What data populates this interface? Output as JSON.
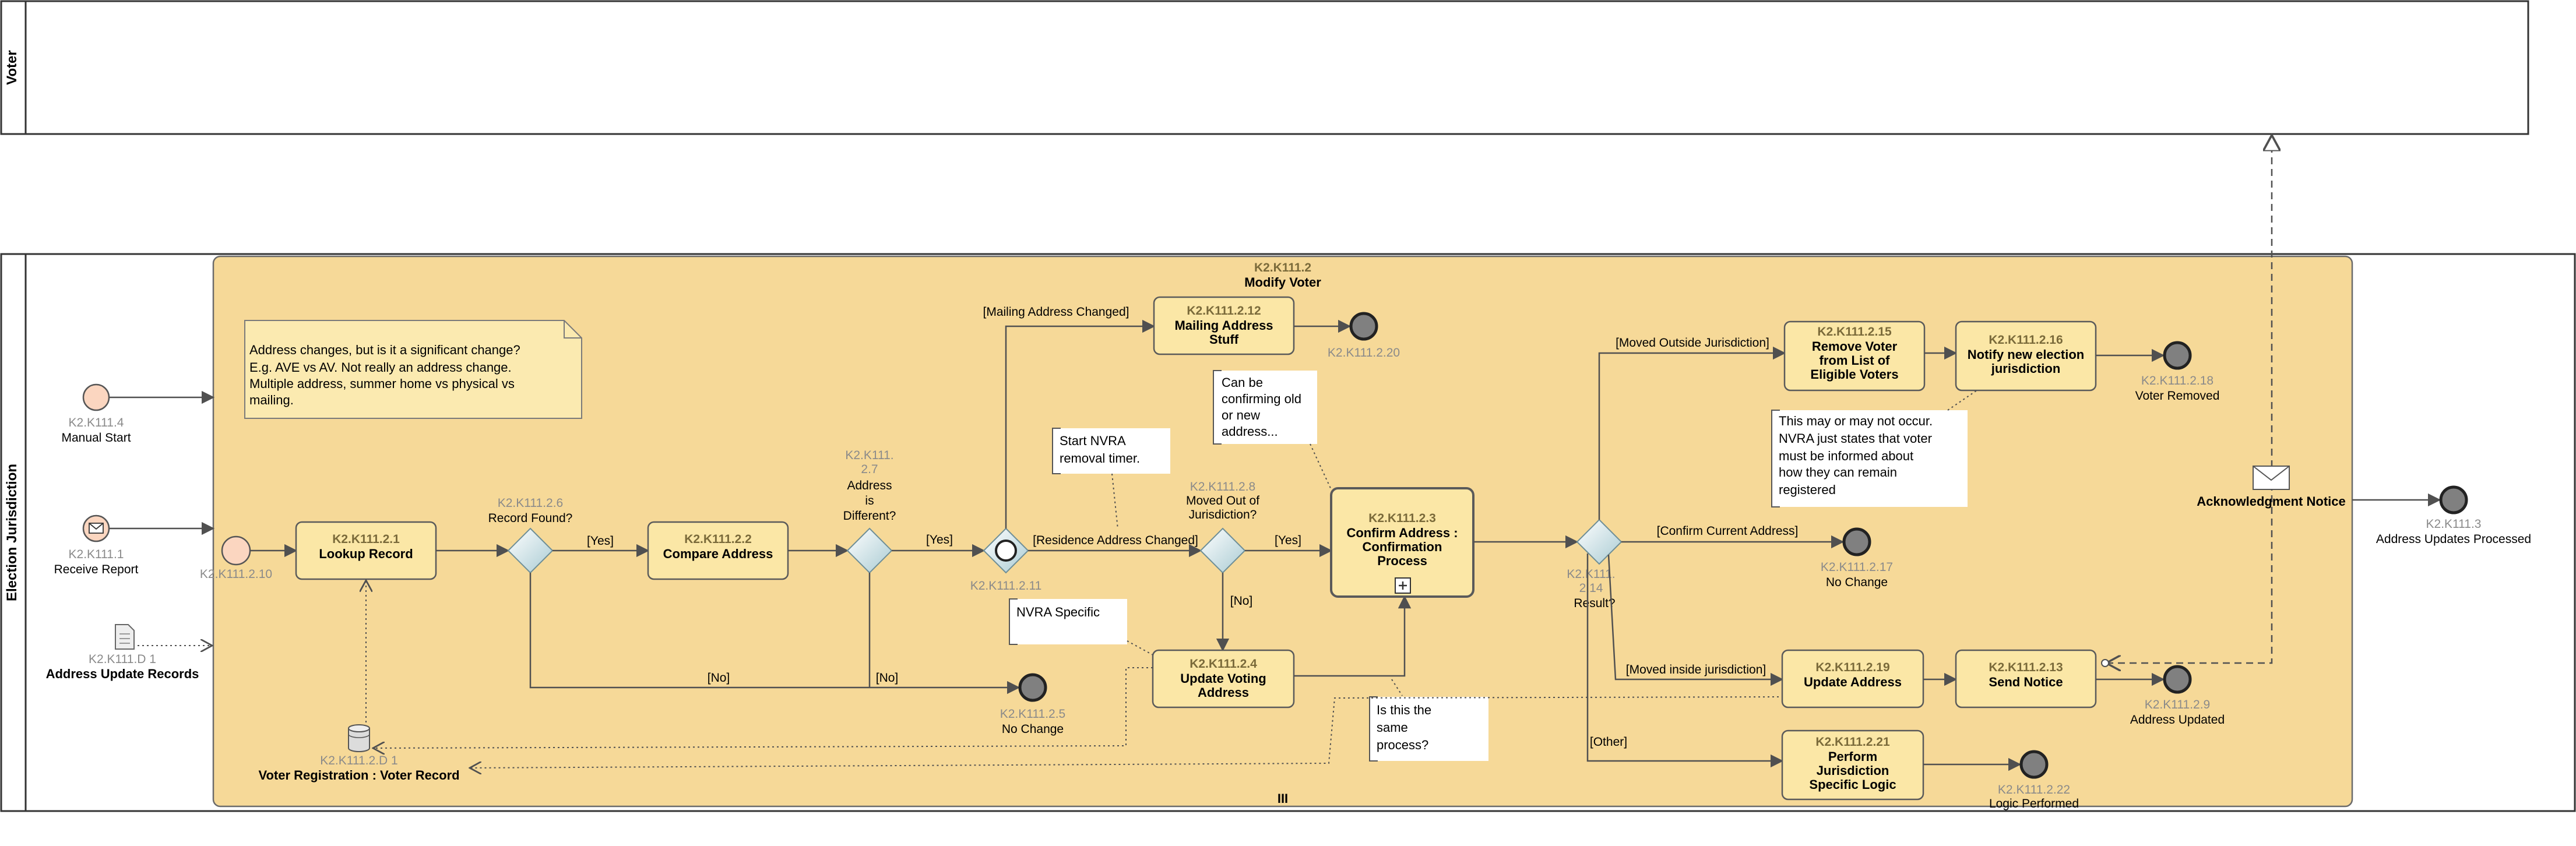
{
  "lanes": {
    "voter": "Voter",
    "election": "Election Jurisdiction"
  },
  "subprocess": {
    "id": "K2.K111.2",
    "title": "Modify Voter",
    "marker": "III"
  },
  "start_events": {
    "manual": {
      "id": "K2.K111.4",
      "label": "Manual Start"
    },
    "report": {
      "id": "K2.K111.1",
      "label": "Receive Report"
    },
    "inner": {
      "id": "K2.K111.2.10"
    }
  },
  "data_objects": {
    "records": {
      "id": "K2.K111.D 1",
      "label": "Address Update Records"
    },
    "store": {
      "id": "K2.K111.2.D 1",
      "label": "Voter Registration : Voter Record"
    }
  },
  "tasks": {
    "lookup": {
      "id": "K2.K111.2.1",
      "line1": "Lookup Record"
    },
    "compare": {
      "id": "K2.K111.2.2",
      "line1": "Compare Address"
    },
    "mailing": {
      "id": "K2.K111.2.12",
      "line1": "Mailing Address",
      "line2": "Stuff"
    },
    "update_voting": {
      "id": "K2.K111.2.4",
      "line1": "Update Voting",
      "line2": "Address"
    },
    "confirm": {
      "id": "K2.K111.2.3",
      "line1": "Confirm Address :",
      "line2": "Confirmation",
      "line3": "Process"
    },
    "remove": {
      "id": "K2.K111.2.15",
      "line1": "Remove Voter",
      "line2": "from List of",
      "line3": "Eligible Voters"
    },
    "notify": {
      "id": "K2.K111.2.16",
      "line1": "Notify new election",
      "line2": "jurisdiction"
    },
    "update_address": {
      "id": "K2.K111.2.19",
      "line1": "Update Address"
    },
    "send_notice": {
      "id": "K2.K111.2.13",
      "line1": "Send Notice"
    },
    "perform": {
      "id": "K2.K111.2.21",
      "line1": "Perform",
      "line2": "Jurisdiction",
      "line3": "Specific Logic"
    }
  },
  "gateways": {
    "record_found": {
      "id": "K2.K111.2.6",
      "label": "Record Found?"
    },
    "address_diff": {
      "id1": "K2.K111.",
      "id2": "2.7",
      "label1": "Address",
      "label2": "is",
      "label3": "Different?"
    },
    "event_gw": {
      "id": "K2.K111.2.11"
    },
    "moved_out": {
      "id": "K2.K111.2.8",
      "label1": "Moved Out of",
      "label2": "Jurisdiction?"
    },
    "result": {
      "id1": "K2.K111.",
      "id2": "2.14",
      "label": "Result?"
    }
  },
  "end_events": {
    "e20": {
      "id": "K2.K111.2.20"
    },
    "e18": {
      "id": "K2.K111.2.18",
      "label": "Voter Removed"
    },
    "e17": {
      "id": "K2.K111.2.17",
      "label": "No Change"
    },
    "e5": {
      "id": "K2.K111.2.5",
      "label": "No Change"
    },
    "e9": {
      "id": "K2.K111.2.9",
      "label": "Address Updated"
    },
    "e22": {
      "id": "K2.K111.2.22",
      "label": "Logic Performed"
    },
    "e3": {
      "id": "K2.K111.3",
      "label": "Address Updates Processed"
    }
  },
  "flow_labels": {
    "yes1": "[Yes]",
    "yes2": "[Yes]",
    "yes3": "[Yes]",
    "no1": "[No]",
    "no2": "[No]",
    "no3": "[No]",
    "mailing_changed": "[Mailing Address Changed]",
    "residence_changed": "[Residence Address Changed]",
    "moved_outside": "[Moved Outside Jurisdiction]",
    "confirm_current": "[Confirm Current Address]",
    "moved_inside": "[Moved inside jurisdiction]",
    "other": "[Other]"
  },
  "message": {
    "label": "Acknowledgment Notice"
  },
  "notes": {
    "address_changes": [
      "Address changes, but is it a significant change?",
      "E.g. AVE vs AV. Not really an address change.",
      "Multiple address, summer home vs physical vs",
      "mailing."
    ],
    "nvra_timer": [
      "Start NVRA",
      "removal timer."
    ],
    "nvra_specific": [
      "NVRA Specific"
    ],
    "confirming": [
      "Can be",
      "confirming old",
      "or new",
      "address..."
    ],
    "same_process": [
      "Is this the",
      "same",
      "process?"
    ],
    "may_not": [
      "This may or may not occur.",
      "NVRA just states that voter",
      "must be informed about",
      "how they can remain",
      "registered"
    ]
  },
  "colors": {
    "subprocess_fill": "#f6d998",
    "task_fill": "#fbe7a6",
    "start_fill": "#fbd6c0",
    "end_fill": "#808080",
    "gateway_fill": "#cfe3e8"
  }
}
